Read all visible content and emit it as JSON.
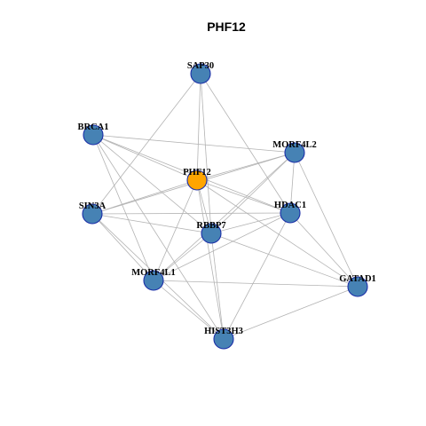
{
  "title": "PHF12",
  "colors": {
    "background": "#ffffff",
    "edge": "#b3b3b3",
    "node_default": "#4682b4",
    "node_highlight": "#ffa500",
    "node_border": "#1b2fa8"
  },
  "nodes": [
    {
      "id": "SAP30",
      "label": "SAP30",
      "highlight": false
    },
    {
      "id": "BRCA1",
      "label": "BRCA1",
      "highlight": false
    },
    {
      "id": "MORF4L2",
      "label": "MORF4L2",
      "highlight": false
    },
    {
      "id": "PHF12",
      "label": "PHF12",
      "highlight": true
    },
    {
      "id": "SIN3A",
      "label": "SIN3A",
      "highlight": false
    },
    {
      "id": "HDAC1",
      "label": "HDAC1",
      "highlight": false
    },
    {
      "id": "RBBP7",
      "label": "RBBP7",
      "highlight": false
    },
    {
      "id": "MORF4L1",
      "label": "MORF4L1",
      "highlight": false
    },
    {
      "id": "GATAD1",
      "label": "GATAD1",
      "highlight": false
    },
    {
      "id": "HIST3H3",
      "label": "HIST3H3",
      "highlight": false
    }
  ],
  "edges": [
    [
      "SAP30",
      "PHF12"
    ],
    [
      "SAP30",
      "SIN3A"
    ],
    [
      "SAP30",
      "HDAC1"
    ],
    [
      "SAP30",
      "RBBP7"
    ],
    [
      "BRCA1",
      "PHF12"
    ],
    [
      "BRCA1",
      "MORF4L2"
    ],
    [
      "BRCA1",
      "HDAC1"
    ],
    [
      "BRCA1",
      "RBBP7"
    ],
    [
      "BRCA1",
      "MORF4L1"
    ],
    [
      "BRCA1",
      "HIST3H3"
    ],
    [
      "MORF4L2",
      "PHF12"
    ],
    [
      "MORF4L2",
      "SIN3A"
    ],
    [
      "MORF4L2",
      "HDAC1"
    ],
    [
      "MORF4L2",
      "RBBP7"
    ],
    [
      "MORF4L2",
      "GATAD1"
    ],
    [
      "MORF4L2",
      "MORF4L1"
    ],
    [
      "PHF12",
      "SIN3A"
    ],
    [
      "PHF12",
      "HDAC1"
    ],
    [
      "PHF12",
      "RBBP7"
    ],
    [
      "PHF12",
      "MORF4L1"
    ],
    [
      "PHF12",
      "HIST3H3"
    ],
    [
      "PHF12",
      "GATAD1"
    ],
    [
      "SIN3A",
      "HDAC1"
    ],
    [
      "SIN3A",
      "RBBP7"
    ],
    [
      "SIN3A",
      "MORF4L1"
    ],
    [
      "SIN3A",
      "HIST3H3"
    ],
    [
      "HDAC1",
      "RBBP7"
    ],
    [
      "HDAC1",
      "GATAD1"
    ],
    [
      "HDAC1",
      "MORF4L1"
    ],
    [
      "HDAC1",
      "HIST3H3"
    ],
    [
      "RBBP7",
      "MORF4L1"
    ],
    [
      "RBBP7",
      "HIST3H3"
    ],
    [
      "RBBP7",
      "GATAD1"
    ],
    [
      "MORF4L1",
      "HIST3H3"
    ],
    [
      "MORF4L1",
      "GATAD1"
    ],
    [
      "GATAD1",
      "HIST3H3"
    ]
  ]
}
